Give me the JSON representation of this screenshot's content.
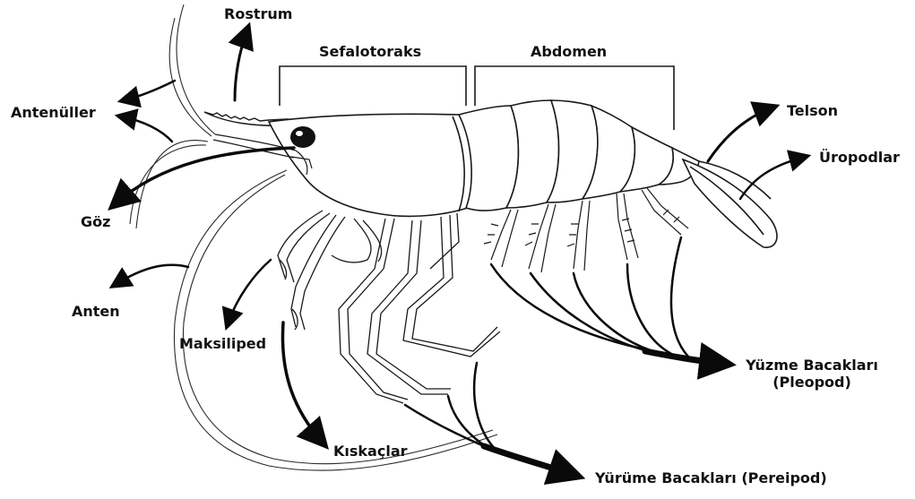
{
  "labels": {
    "rostrum": "Rostrum",
    "antenuller": "Antenüller",
    "goz": "Göz",
    "anten": "Anten",
    "maksiliped": "Maksiliped",
    "kiskaclar": "Kıskaçlar",
    "sefalotoraks": "Sefalotoraks",
    "abdomen": "Abdomen",
    "telson": "Telson",
    "uropodlar": "Üropodlar",
    "yuzme_line1": "Yüzme Bacakları",
    "yuzme_line2": "(Pleopod)",
    "yurume": "Yürüme Bacakları (Pereipod)"
  },
  "colors": {
    "outline": "#1a1a1a",
    "arrow": "#0a0a0a",
    "background": "#ffffff"
  }
}
